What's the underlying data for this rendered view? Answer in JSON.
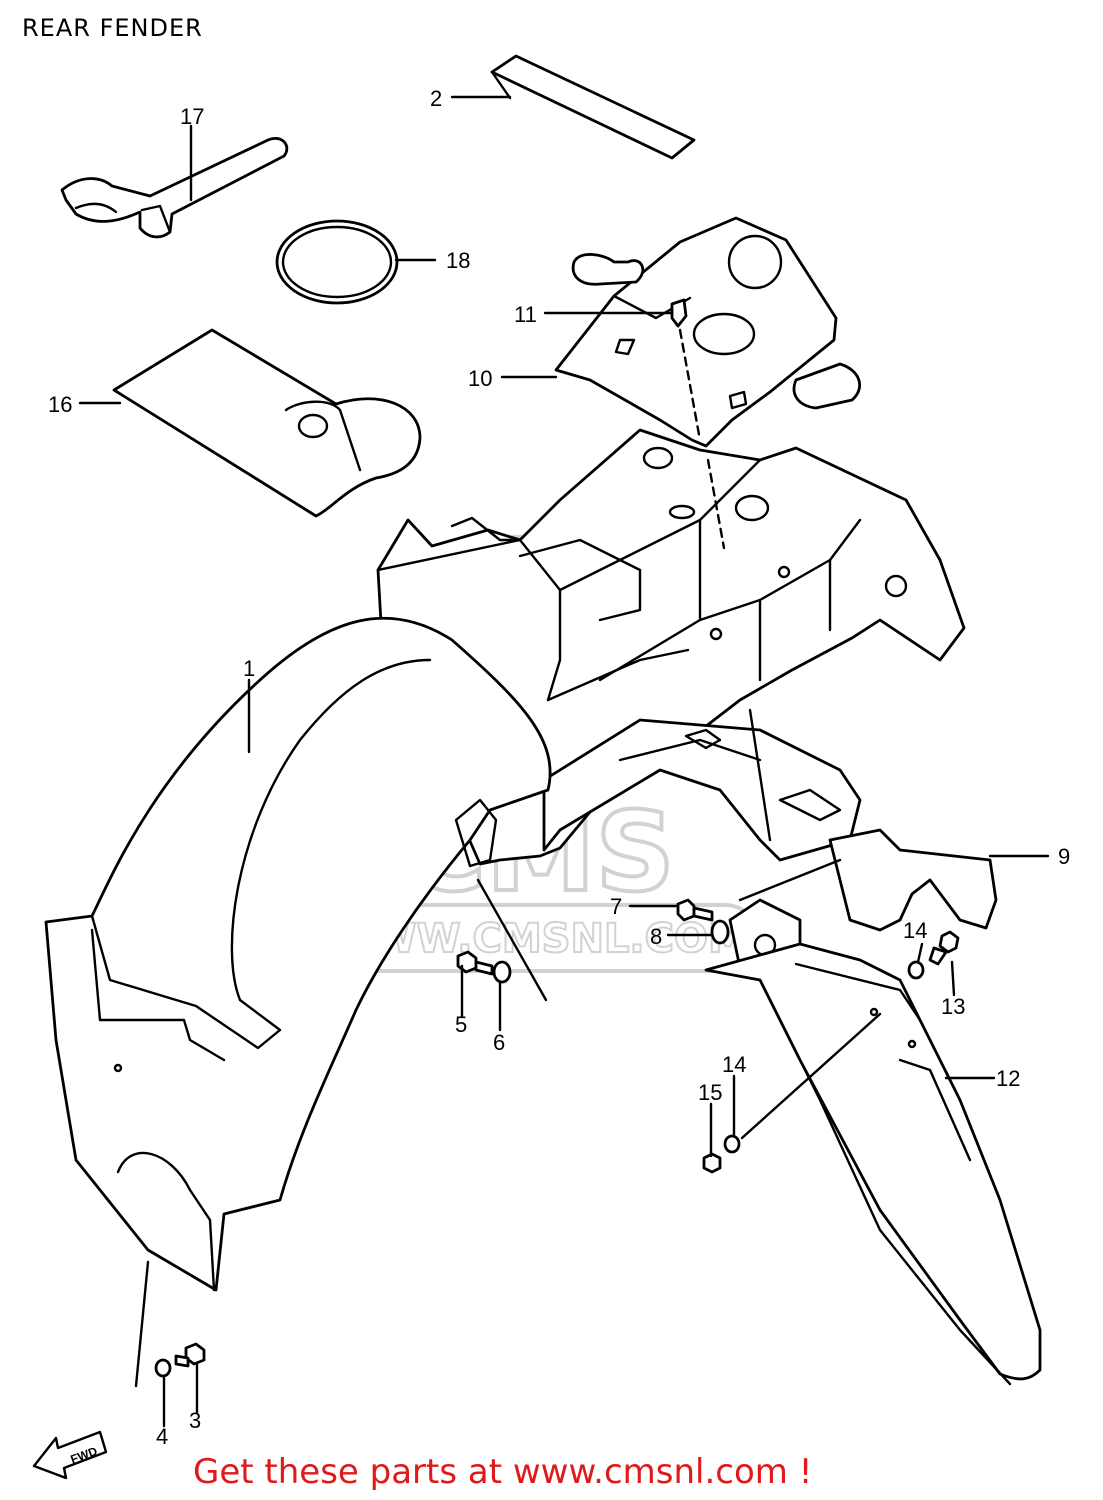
{
  "title": "REAR FENDER",
  "watermark": {
    "text": "WWW.CMSNL.COM",
    "logo": "CMS"
  },
  "fwd_label": "FWD",
  "footer": "Get these parts at www.cmsnl.com !",
  "colors": {
    "footer": "#e0191a",
    "line": "#000000",
    "watermark": "#cfcfcf"
  },
  "callouts": [
    {
      "id": "2",
      "label": "2"
    },
    {
      "id": "17",
      "label": "17"
    },
    {
      "id": "18",
      "label": "18"
    },
    {
      "id": "11",
      "label": "11"
    },
    {
      "id": "10",
      "label": "10"
    },
    {
      "id": "16",
      "label": "16"
    },
    {
      "id": "1",
      "label": "1"
    },
    {
      "id": "9",
      "label": "9"
    },
    {
      "id": "7",
      "label": "7"
    },
    {
      "id": "8",
      "label": "8"
    },
    {
      "id": "5",
      "label": "5"
    },
    {
      "id": "6",
      "label": "6"
    },
    {
      "id": "14a",
      "label": "14"
    },
    {
      "id": "13",
      "label": "13"
    },
    {
      "id": "12",
      "label": "12"
    },
    {
      "id": "14b",
      "label": "14"
    },
    {
      "id": "15",
      "label": "15"
    },
    {
      "id": "4",
      "label": "4"
    },
    {
      "id": "3",
      "label": "3"
    }
  ]
}
